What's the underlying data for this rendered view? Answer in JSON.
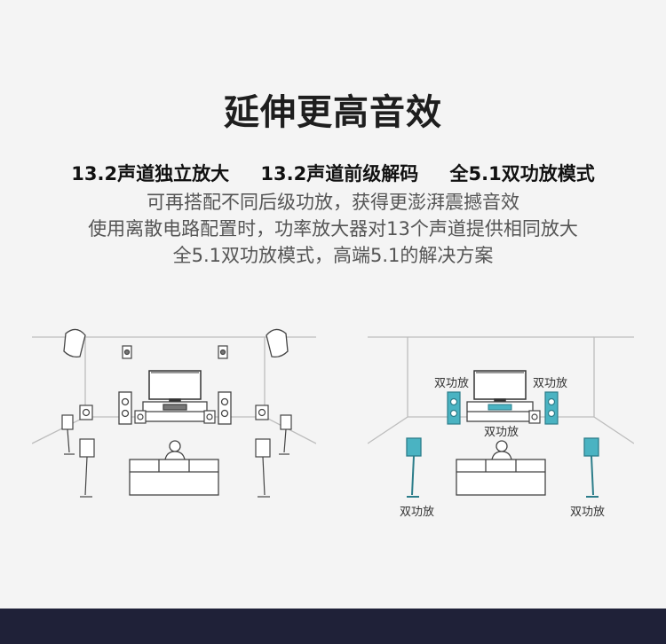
{
  "title": "延伸更高音效",
  "features": [
    "13.2声道独立放大",
    "13.2声道前级解码",
    "全5.1双功放模式"
  ],
  "description": [
    "可再搭配不同后级功放，获得更澎湃震撼音效",
    "使用离散电路配置时，功率放大器对13个声道提供相同放大",
    "全5.1双功放模式，高端5.1的解决方案"
  ],
  "diagram_right_labels": {
    "front_left": "双功放",
    "front_right": "双功放",
    "center": "双功放",
    "surround_left": "双功放",
    "surround_right": "双功放"
  },
  "colors": {
    "accent": "#4ab3c2",
    "line": "#b9b9b9",
    "bottom_bar": "#1f2138"
  }
}
